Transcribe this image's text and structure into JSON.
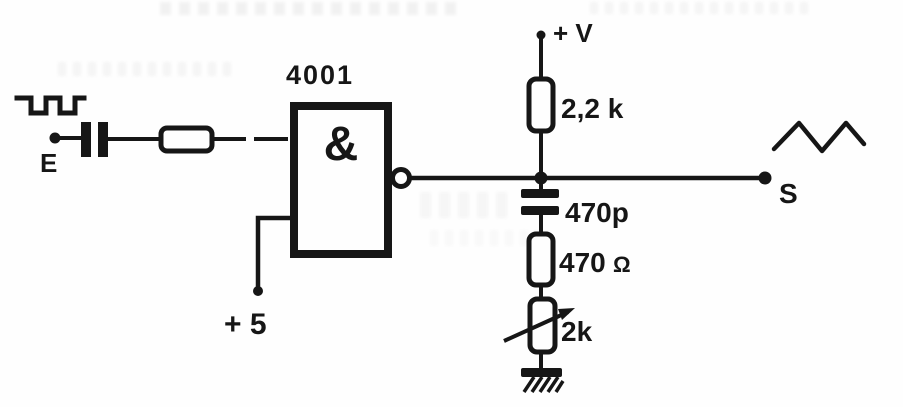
{
  "diagram": {
    "ic_label": "4001",
    "gate_symbol": "&",
    "input_terminal_label": "E",
    "output_terminal_label": "S",
    "supply_rail_label": "+ V",
    "gate_supply_label": "+ 5",
    "pullup_resistor_value": "2,2 k",
    "output_capacitor_value": "470p",
    "series_resistor_value": "470",
    "series_resistor_unit": "Ω",
    "potentiometer_value": "2k"
  },
  "icons": {
    "input_waveform": "square-wave",
    "output_waveform": "triangle-wave",
    "ground": "earth-ground",
    "potentiometer_marker": "adjustment-arrow",
    "inverter_output": "inversion-bubble"
  },
  "colors": {
    "ink": "#161616",
    "paper": "#fefefe"
  }
}
